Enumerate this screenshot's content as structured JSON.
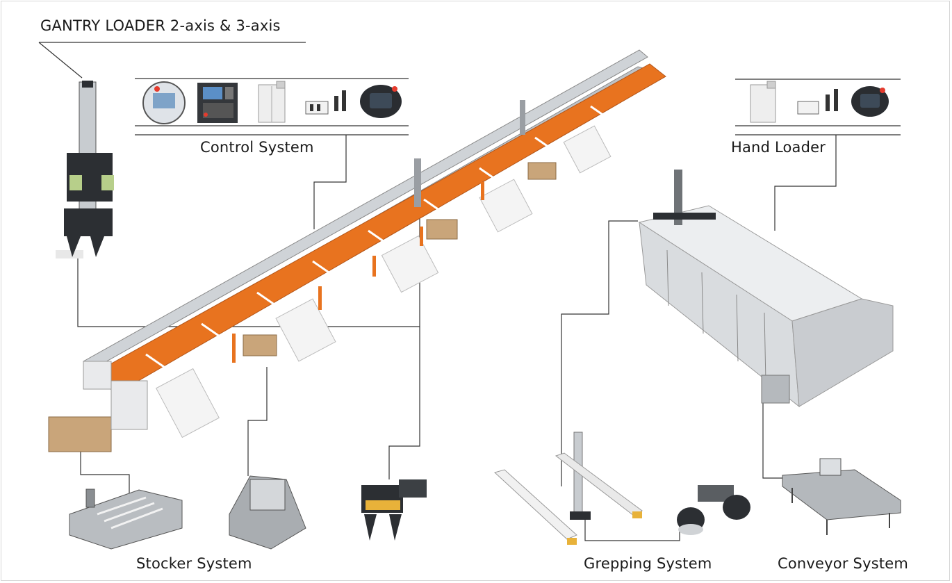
{
  "labels": {
    "gantry_loader": "GANTRY LOADER 2-axis & 3-axis",
    "control_system": "Control System",
    "hand_loader": "Hand Loader",
    "stocker_system": "Stocker System",
    "grepping_system": "Grepping System",
    "conveyor_system": "Conveyor System"
  },
  "colors": {
    "accent_orange": "#e8731f",
    "machine_white": "#f1f1f1",
    "frame_grey": "#9a9ea3",
    "dark_part": "#2c2f33",
    "wood": "#c9a57a",
    "leader_line": "#333333"
  },
  "icons": [
    "control-panel-round-icon",
    "cnc-controller-icon",
    "control-cabinet-icon",
    "servo-drives-icon",
    "handheld-pendant-icon"
  ]
}
